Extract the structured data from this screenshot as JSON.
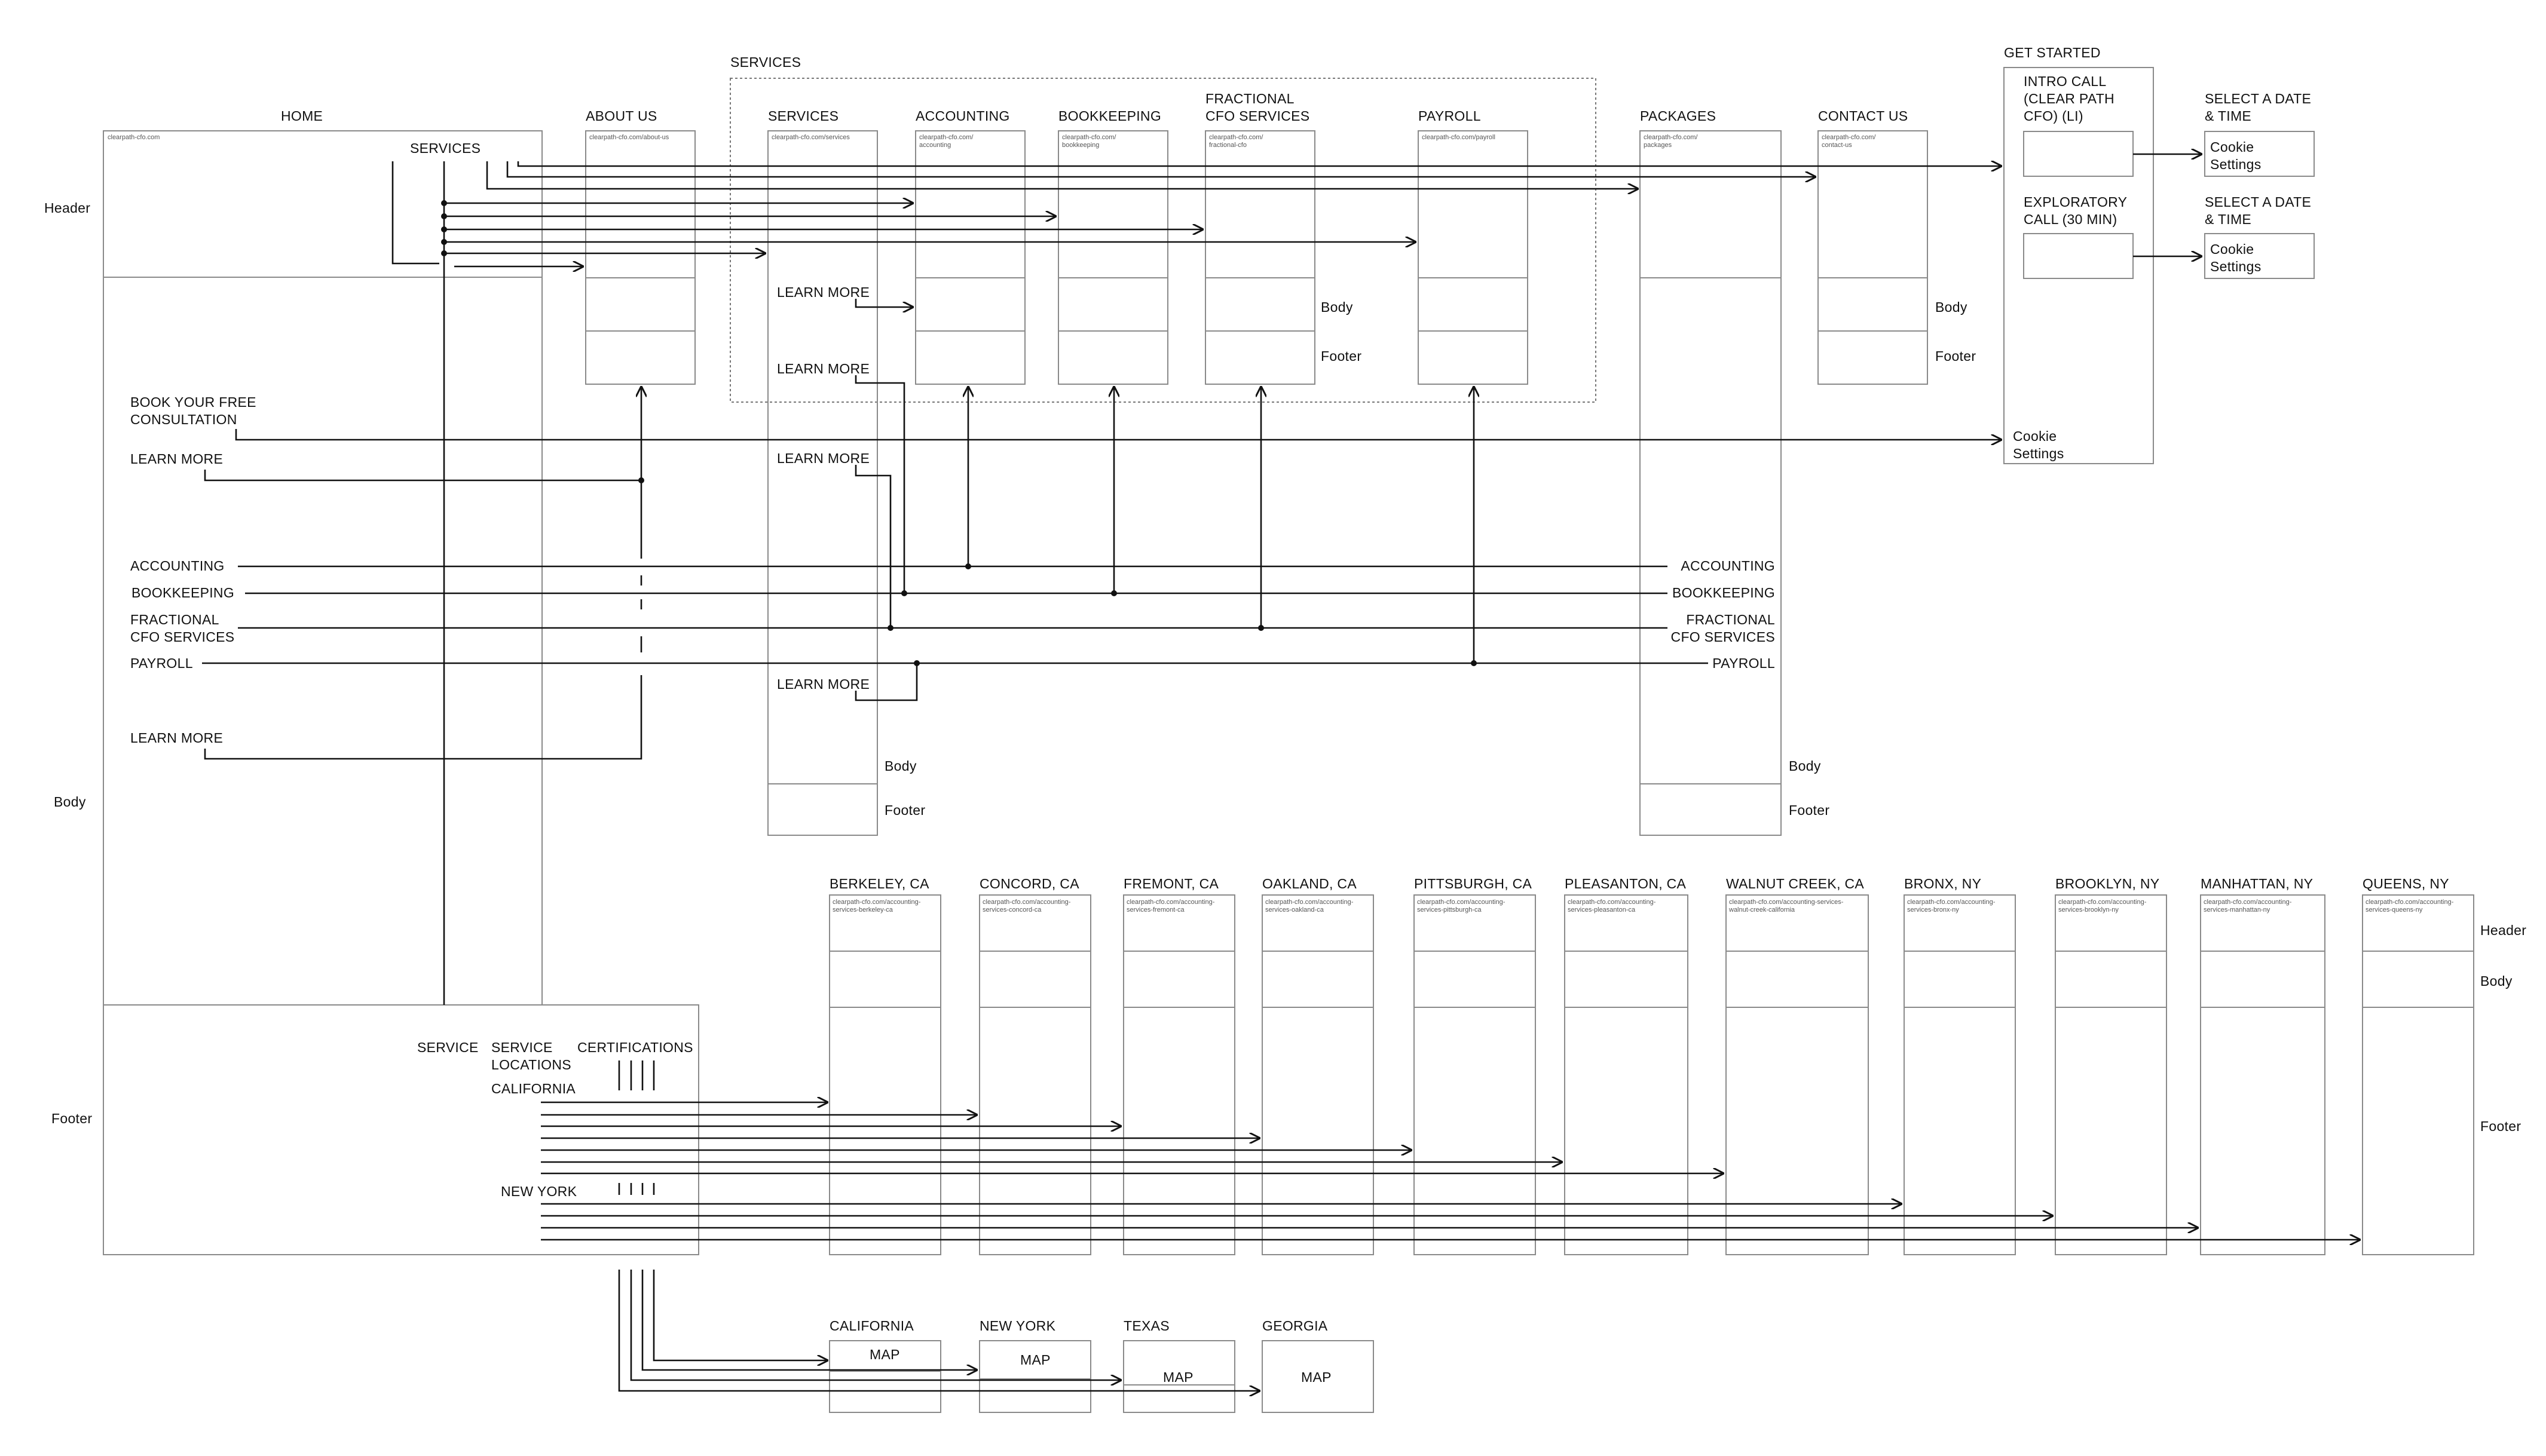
{
  "sections": {
    "header": "Header",
    "body": "Body",
    "footer": "Footer"
  },
  "home": {
    "title": "HOME",
    "url": "clearpath-cfo.com",
    "services": "SERVICES",
    "book": [
      "BOOK YOUR FREE",
      "CONSULTATION"
    ],
    "learn_more": "LEARN MORE",
    "accounting": "ACCOUNTING",
    "bookkeeping": "BOOKKEEPING",
    "fractional": [
      "FRACTIONAL",
      "CFO SERVICES"
    ],
    "payroll": "PAYROLL",
    "footer_service": "SERVICE",
    "footer_locations": [
      "SERVICE",
      "LOCATIONS"
    ],
    "footer_certs": "CERTIFICATIONS",
    "california": "CALIFORNIA",
    "new_york": "NEW YORK"
  },
  "group_services": "SERVICES",
  "pages": {
    "about": {
      "title": "ABOUT US",
      "url": "clearpath-cfo.com/about-us"
    },
    "services": {
      "title": "SERVICES",
      "url": "clearpath-cfo.com/services"
    },
    "accounting": {
      "title": "ACCOUNTING",
      "url": [
        "clearpath-cfo.com/",
        "accounting"
      ]
    },
    "bookkeeping": {
      "title": "BOOKKEEPING",
      "url": [
        "clearpath-cfo.com/",
        "bookkeeping"
      ]
    },
    "fractional": {
      "title": [
        "FRACTIONAL",
        "CFO SERVICES"
      ],
      "url": [
        "clearpath-cfo.com/",
        "fractional-cfo"
      ]
    },
    "payroll": {
      "title": "PAYROLL",
      "url": "clearpath-cfo.com/payroll"
    },
    "packages": {
      "title": "PACKAGES",
      "url": [
        "clearpath-cfo.com/",
        "packages"
      ]
    },
    "contact": {
      "title": "CONTACT US",
      "url": [
        "clearpath-cfo.com/",
        "contact-us"
      ]
    }
  },
  "services_page": {
    "learn_more": "LEARN MORE",
    "body": "Body",
    "footer": "Footer"
  },
  "packages_page": {
    "accounting": "ACCOUNTING",
    "bookkeeping": "BOOKKEEPING",
    "fractional": [
      "FRACTIONAL",
      "CFO SERVICES"
    ],
    "payroll": "PAYROLL",
    "body": "Body",
    "footer": "Footer"
  },
  "side_labels": {
    "body": "Body",
    "footer": "Footer"
  },
  "get_started": {
    "title": "GET STARTED",
    "intro": [
      "INTRO CALL",
      "(CLEAR PATH",
      "CFO) (LI)"
    ],
    "exploratory": [
      "EXPLORATORY",
      "CALL (30 MIN)"
    ],
    "select": [
      "SELECT A DATE",
      "& TIME"
    ],
    "cookie": [
      "Cookie",
      "Settings"
    ]
  },
  "locations": [
    {
      "title": "BERKELEY, CA",
      "url": [
        "clearpath-cfo.com/accounting-",
        "services-berkeley-ca"
      ]
    },
    {
      "title": "CONCORD, CA",
      "url": [
        "clearpath-cfo.com/accounting-",
        "services-concord-ca"
      ]
    },
    {
      "title": "FREMONT, CA",
      "url": [
        "clearpath-cfo.com/accounting-",
        "services-fremont-ca"
      ]
    },
    {
      "title": "OAKLAND, CA",
      "url": [
        "clearpath-cfo.com/accounting-",
        "services-oakland-ca"
      ]
    },
    {
      "title": "PITTSBURGH, CA",
      "url": [
        "clearpath-cfo.com/accounting-",
        "services-pittsburgh-ca"
      ]
    },
    {
      "title": "PLEASANTON, CA",
      "url": [
        "clearpath-cfo.com/accounting-",
        "services-pleasanton-ca"
      ]
    },
    {
      "title": "WALNUT CREEK, CA",
      "url": [
        "clearpath-cfo.com/accounting-services-",
        "walnut-creek-california"
      ]
    },
    {
      "title": "BRONX, NY",
      "url": [
        "clearpath-cfo.com/accounting-",
        "services-bronx-ny"
      ]
    },
    {
      "title": "BROOKLYN, NY",
      "url": [
        "clearpath-cfo.com/accounting-",
        "services-brooklyn-ny"
      ]
    },
    {
      "title": "MANHATTAN, NY",
      "url": [
        "clearpath-cfo.com/accounting-",
        "services-manhattan-ny"
      ]
    },
    {
      "title": "QUEENS, NY",
      "url": [
        "clearpath-cfo.com/accounting-",
        "services-queens-ny"
      ]
    }
  ],
  "maps": [
    {
      "title": "CALIFORNIA",
      "label": "MAP"
    },
    {
      "title": "NEW YORK",
      "label": "MAP"
    },
    {
      "title": "TEXAS",
      "label": "MAP"
    },
    {
      "title": "GEORGIA",
      "label": "MAP"
    }
  ]
}
